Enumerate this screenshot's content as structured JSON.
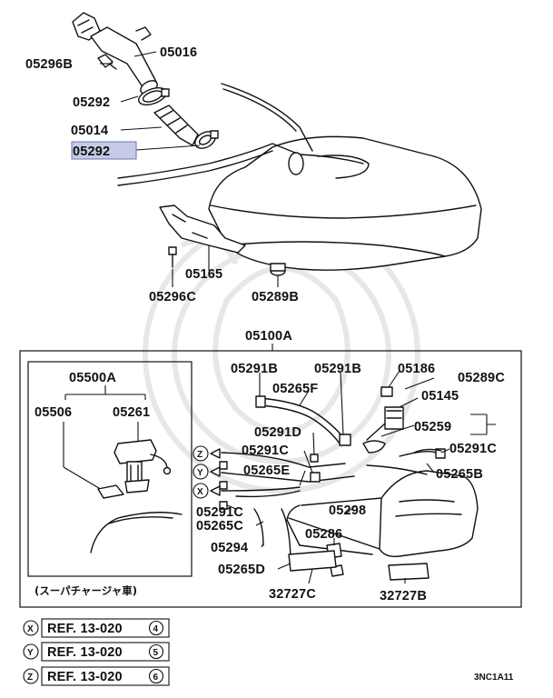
{
  "diagram_code": "3NC1A11",
  "highlight_color": "#c5cbe6",
  "inset_caption": "(スーパチャージャ車)",
  "labels": {
    "p05016": "05016",
    "p05296B": "05296B",
    "p05292_top": "05292",
    "p05014": "05014",
    "p05292_hl": "05292",
    "p05165": "05165",
    "p05296C": "05296C",
    "p05289B": "05289B",
    "p05100A": "05100A",
    "p05500A": "05500A",
    "p05506": "05506",
    "p05261": "05261",
    "p05291B_l": "05291B",
    "p05291B_r": "05291B",
    "p05186": "05186",
    "p05289C": "05289C",
    "p05265F": "05265F",
    "p05145": "05145",
    "p05259": "05259",
    "p05291D": "05291D",
    "p05291C_top": "05291C",
    "p05291C_r": "05291C",
    "p05265E": "05265E",
    "p05265B": "05265B",
    "p05291C_bl": "05291C",
    "p05265C": "05265C",
    "p05298": "05298",
    "p05294": "05294",
    "p05286": "05286",
    "p05265D": "05265D",
    "p32727C": "32727C",
    "p32727B": "32727B"
  },
  "connector_markers": {
    "z": "Z",
    "y": "Y",
    "x": "X"
  },
  "references": [
    {
      "marker": "X",
      "text": "REF. 13-020",
      "num": "4"
    },
    {
      "marker": "Y",
      "text": "REF. 13-020",
      "num": "5"
    },
    {
      "marker": "Z",
      "text": "REF. 13-020",
      "num": "6"
    }
  ]
}
